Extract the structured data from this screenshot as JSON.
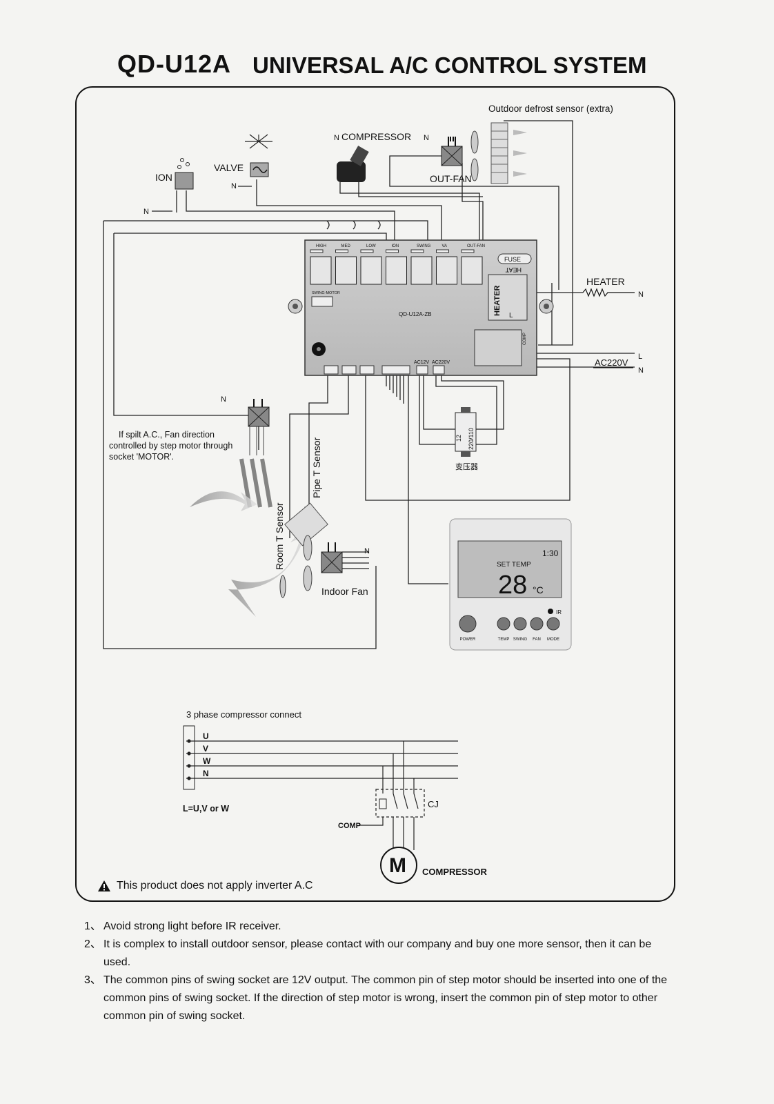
{
  "title": {
    "model": "QD-U12A",
    "name": "UNIVERSAL A/C CONTROL SYSTEM"
  },
  "diagram": {
    "outdoor_defrost_sensor": "Outdoor defrost sensor (extra)",
    "compressor": "COMPRESSOR",
    "valve": "VALVE",
    "ion": "ION",
    "out_fan": "OUT-FAN",
    "heater": "HEATER",
    "ac220v": "AC220V",
    "neutral": "N",
    "live": "L",
    "board": {
      "model": "QD-U12A-ZB",
      "terminals": [
        "HIGH",
        "MED",
        "LOW",
        "ION",
        "SWING",
        "VA",
        "OUT-FAN"
      ],
      "fuse": "FUSE",
      "heat": "HEAT",
      "heater_vertical": "HEATER",
      "swing_motor": "SWING-MOTOR",
      "comp": "COMP",
      "ac12v": "AC12V",
      "ac220v": "AC220V"
    },
    "transformer": {
      "secondary": "12",
      "primary": "220/110",
      "caption": "变压器"
    },
    "split_note": "If spilt A.C., Fan direction controlled by step motor through socket 'MOTOR'.",
    "pipe_sensor": "Pipe T Sensor",
    "room_sensor": "Room T Sensor",
    "indoor_fan": "Indoor Fan",
    "controller": {
      "set_temp": "SET TEMP",
      "temp_value": "28",
      "unit": "°C",
      "time": "1:30",
      "ir": "IR",
      "buttons": [
        "POWER",
        "TEMP",
        "SWING",
        "FAN",
        "MODE"
      ]
    }
  },
  "three_phase": {
    "title": "3 phase compressor connect",
    "lines": [
      "U",
      "V",
      "W",
      "N"
    ],
    "note": "L=U,V or W",
    "cj": "CJ",
    "comp": "COMP",
    "motor": "M",
    "compressor": "COMPRESSOR"
  },
  "warning": "This product does not apply inverter A.C",
  "notes": [
    {
      "num": "1、",
      "text": "Avoid strong light before IR receiver."
    },
    {
      "num": "2、",
      "text": "It is complex to install outdoor sensor, please contact with our company and buy one more sensor, then it can be used."
    },
    {
      "num": "3、",
      "text": "The common pins of swing socket are 12V output. The common pin of step motor should be inserted into one of the common pins of swing socket. If the direction of step motor is wrong, insert the common pin of step motor to other common pin of swing socket."
    }
  ]
}
